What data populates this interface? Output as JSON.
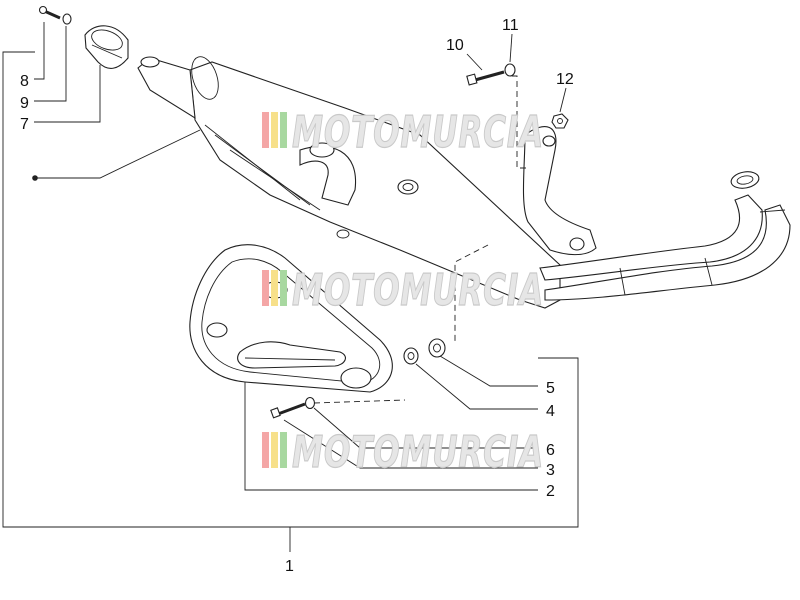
{
  "diagram": {
    "callouts": [
      {
        "id": "c1",
        "text": "1"
      },
      {
        "id": "c2",
        "text": "2"
      },
      {
        "id": "c3",
        "text": "3"
      },
      {
        "id": "c4",
        "text": "4"
      },
      {
        "id": "c5",
        "text": "5"
      },
      {
        "id": "c6",
        "text": "6"
      },
      {
        "id": "c7",
        "text": "7"
      },
      {
        "id": "c8",
        "text": "8"
      },
      {
        "id": "c9",
        "text": "9"
      },
      {
        "id": "c10",
        "text": "10"
      },
      {
        "id": "c11",
        "text": "11"
      },
      {
        "id": "c12",
        "text": "12"
      }
    ],
    "watermark": {
      "text": "MOTOMURCIA",
      "stripe_colors": [
        "#f4a6a6",
        "#f7e08a",
        "#a8d8a0",
        "#b9b9b9"
      ]
    }
  }
}
